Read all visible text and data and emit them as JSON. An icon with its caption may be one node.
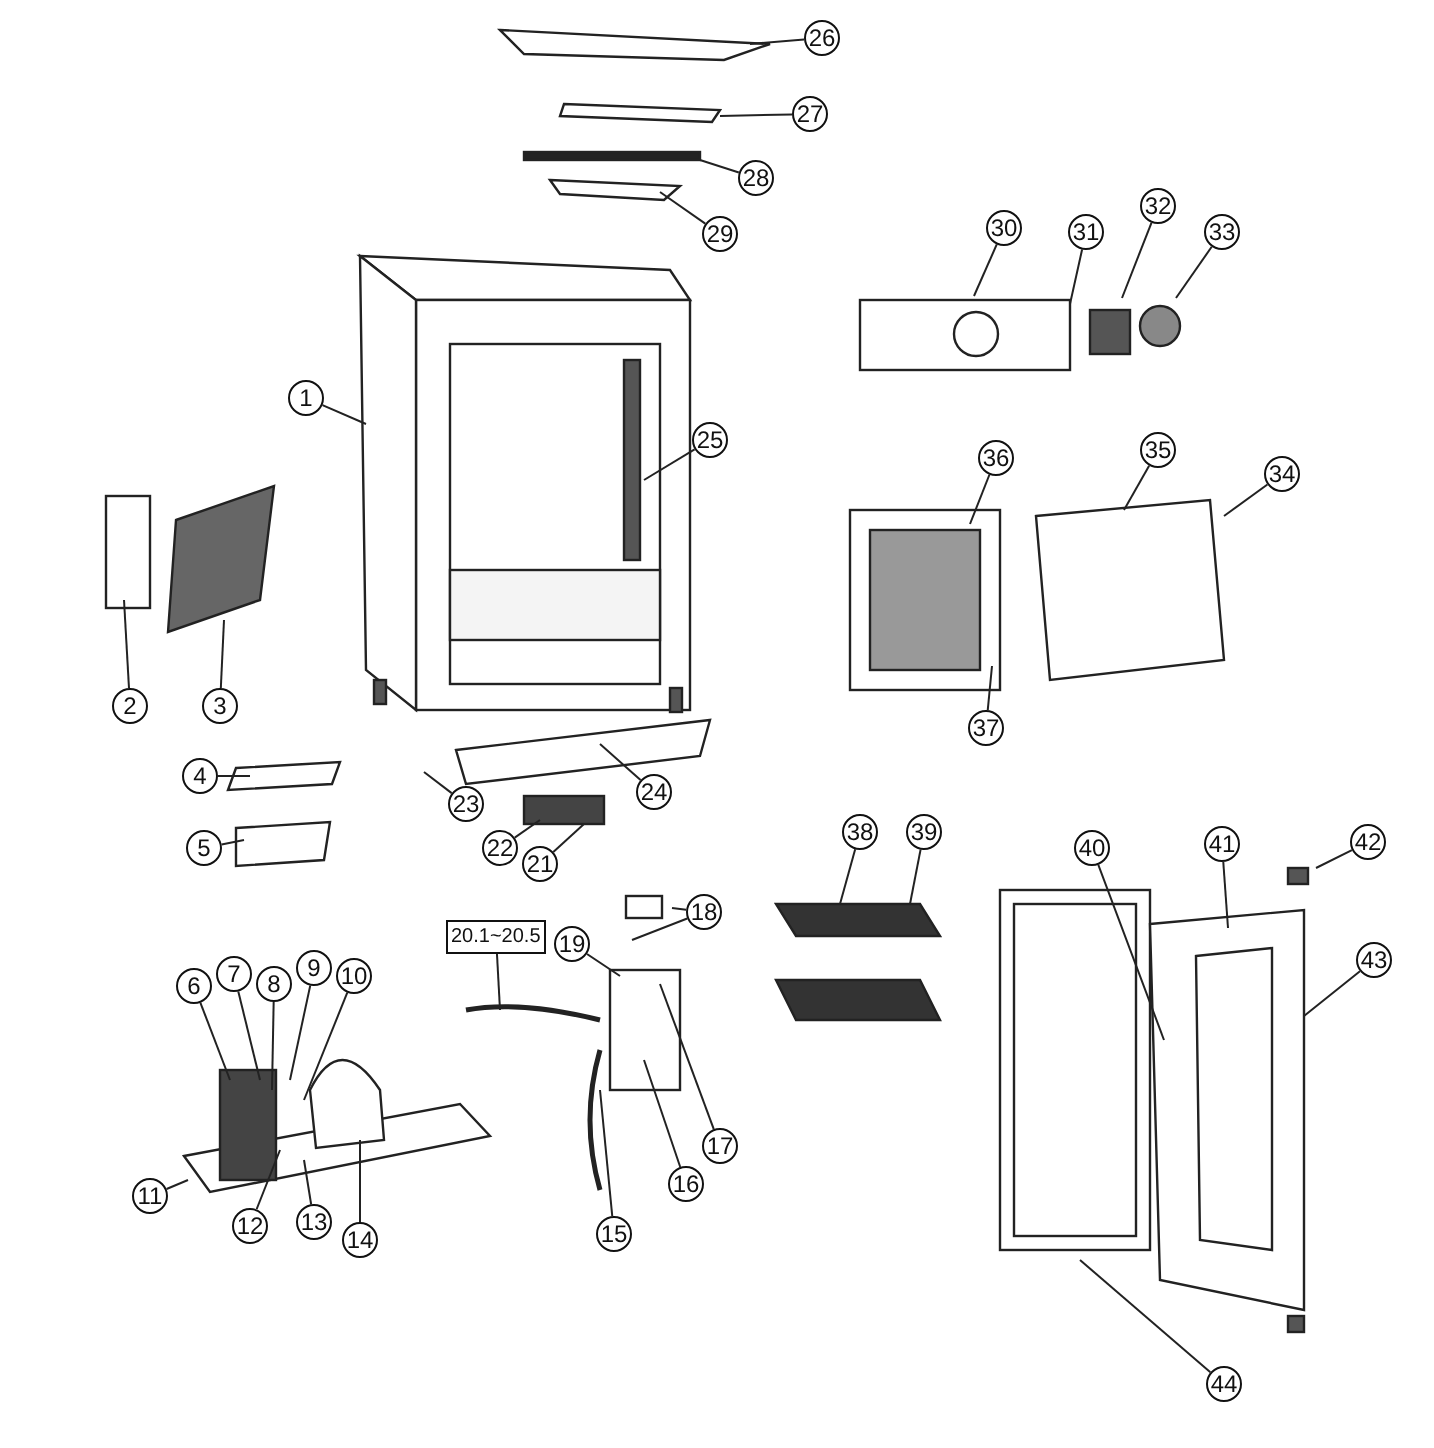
{
  "diagram": {
    "nodes": [
      {
        "text": [
          "1"
        ]
      },
      {
        "text": [
          "2"
        ]
      },
      {
        "text": [
          "3"
        ]
      },
      {
        "text": [
          "4"
        ]
      },
      {
        "text": [
          "5"
        ]
      },
      {
        "text": [
          "6"
        ]
      },
      {
        "text": [
          "7"
        ]
      },
      {
        "text": [
          "8"
        ]
      },
      {
        "text": [
          "9"
        ]
      },
      {
        "text": [
          "10"
        ]
      },
      {
        "text": [
          "11"
        ]
      },
      {
        "text": [
          "12"
        ]
      },
      {
        "text": [
          "13"
        ]
      },
      {
        "text": [
          "14"
        ]
      },
      {
        "text": [
          "15"
        ]
      },
      {
        "text": [
          "16"
        ]
      },
      {
        "text": [
          "17"
        ]
      },
      {
        "text": [
          "18"
        ]
      },
      {
        "text": [
          "19"
        ]
      },
      {
        "text": [
          "20.1~20.5"
        ]
      },
      {
        "text": [
          "21"
        ]
      },
      {
        "text": [
          "22"
        ]
      },
      {
        "text": [
          "23"
        ]
      },
      {
        "text": [
          "24"
        ]
      },
      {
        "text": [
          "25"
        ]
      },
      {
        "text": [
          "26"
        ]
      },
      {
        "text": [
          "27"
        ]
      },
      {
        "text": [
          "28"
        ]
      },
      {
        "text": [
          "29"
        ]
      },
      {
        "text": [
          "30"
        ]
      },
      {
        "text": [
          "31"
        ]
      },
      {
        "text": [
          "32"
        ]
      },
      {
        "text": [
          "33"
        ]
      },
      {
        "text": [
          "34"
        ]
      },
      {
        "text": [
          "35"
        ]
      },
      {
        "text": [
          "36"
        ]
      },
      {
        "text": [
          "37"
        ]
      },
      {
        "text": [
          "38"
        ]
      },
      {
        "text": [
          "39"
        ]
      },
      {
        "text": [
          "40"
        ]
      },
      {
        "text": [
          "41"
        ]
      },
      {
        "text": [
          "42"
        ]
      },
      {
        "text": [
          "43"
        ]
      },
      {
        "text": [
          "44"
        ]
      }
    ],
    "edges": [
      {
        "from": 0,
        "to": null,
        "arrow": "none"
      },
      {
        "from": 1,
        "to": null,
        "arrow": "none"
      },
      {
        "from": 2,
        "to": null,
        "arrow": "none"
      },
      {
        "from": 3,
        "to": null,
        "arrow": "none"
      },
      {
        "from": 4,
        "to": null,
        "arrow": "none"
      },
      {
        "from": 5,
        "to": null,
        "arrow": "none"
      },
      {
        "from": 6,
        "to": null,
        "arrow": "none"
      },
      {
        "from": 7,
        "to": null,
        "arrow": "none"
      },
      {
        "from": 8,
        "to": null,
        "arrow": "none"
      },
      {
        "from": 9,
        "to": null,
        "arrow": "none"
      },
      {
        "from": 10,
        "to": null,
        "arrow": "none"
      },
      {
        "from": 11,
        "to": null,
        "arrow": "none"
      },
      {
        "from": 12,
        "to": null,
        "arrow": "none"
      },
      {
        "from": 13,
        "to": null,
        "arrow": "none"
      },
      {
        "from": 14,
        "to": null,
        "arrow": "none"
      },
      {
        "from": 15,
        "to": null,
        "arrow": "none"
      },
      {
        "from": 16,
        "to": null,
        "arrow": "none"
      },
      {
        "from": 17,
        "to": null,
        "arrow": "none"
      },
      {
        "from": 17,
        "to": null,
        "arrow": "none"
      },
      {
        "from": 18,
        "to": null,
        "arrow": "none"
      },
      {
        "from": 19,
        "to": null,
        "arrow": "none"
      },
      {
        "from": 20,
        "to": null,
        "arrow": "none"
      },
      {
        "from": 21,
        "to": null,
        "arrow": "none"
      },
      {
        "from": 22,
        "to": null,
        "arrow": "none"
      },
      {
        "from": 23,
        "to": null,
        "arrow": "none"
      },
      {
        "from": 24,
        "to": null,
        "arrow": "none"
      },
      {
        "from": 25,
        "to": null,
        "arrow": "none"
      },
      {
        "from": 26,
        "to": null,
        "arrow": "none"
      },
      {
        "from": 27,
        "to": null,
        "arrow": "none"
      },
      {
        "from": 28,
        "to": null,
        "arrow": "none"
      },
      {
        "from": 29,
        "to": null,
        "arrow": "none"
      },
      {
        "from": 30,
        "to": null,
        "arrow": "none"
      },
      {
        "from": 31,
        "to": null,
        "arrow": "none"
      },
      {
        "from": 32,
        "to": null,
        "arrow": "none"
      },
      {
        "from": 33,
        "to": null,
        "arrow": "none"
      },
      {
        "from": 34,
        "to": null,
        "arrow": "none"
      },
      {
        "from": 35,
        "to": null,
        "arrow": "none"
      },
      {
        "from": 36,
        "to": null,
        "arrow": "none"
      },
      {
        "from": 37,
        "to": null,
        "arrow": "none"
      },
      {
        "from": 38,
        "to": null,
        "arrow": "none"
      },
      {
        "from": 39,
        "to": null,
        "arrow": "none"
      },
      {
        "from": 40,
        "to": null,
        "arrow": "none"
      },
      {
        "from": 41,
        "to": null,
        "arrow": "none"
      },
      {
        "from": 42,
        "to": null,
        "arrow": "none"
      },
      {
        "from": 43,
        "to": null,
        "arrow": "none"
      }
    ]
  }
}
